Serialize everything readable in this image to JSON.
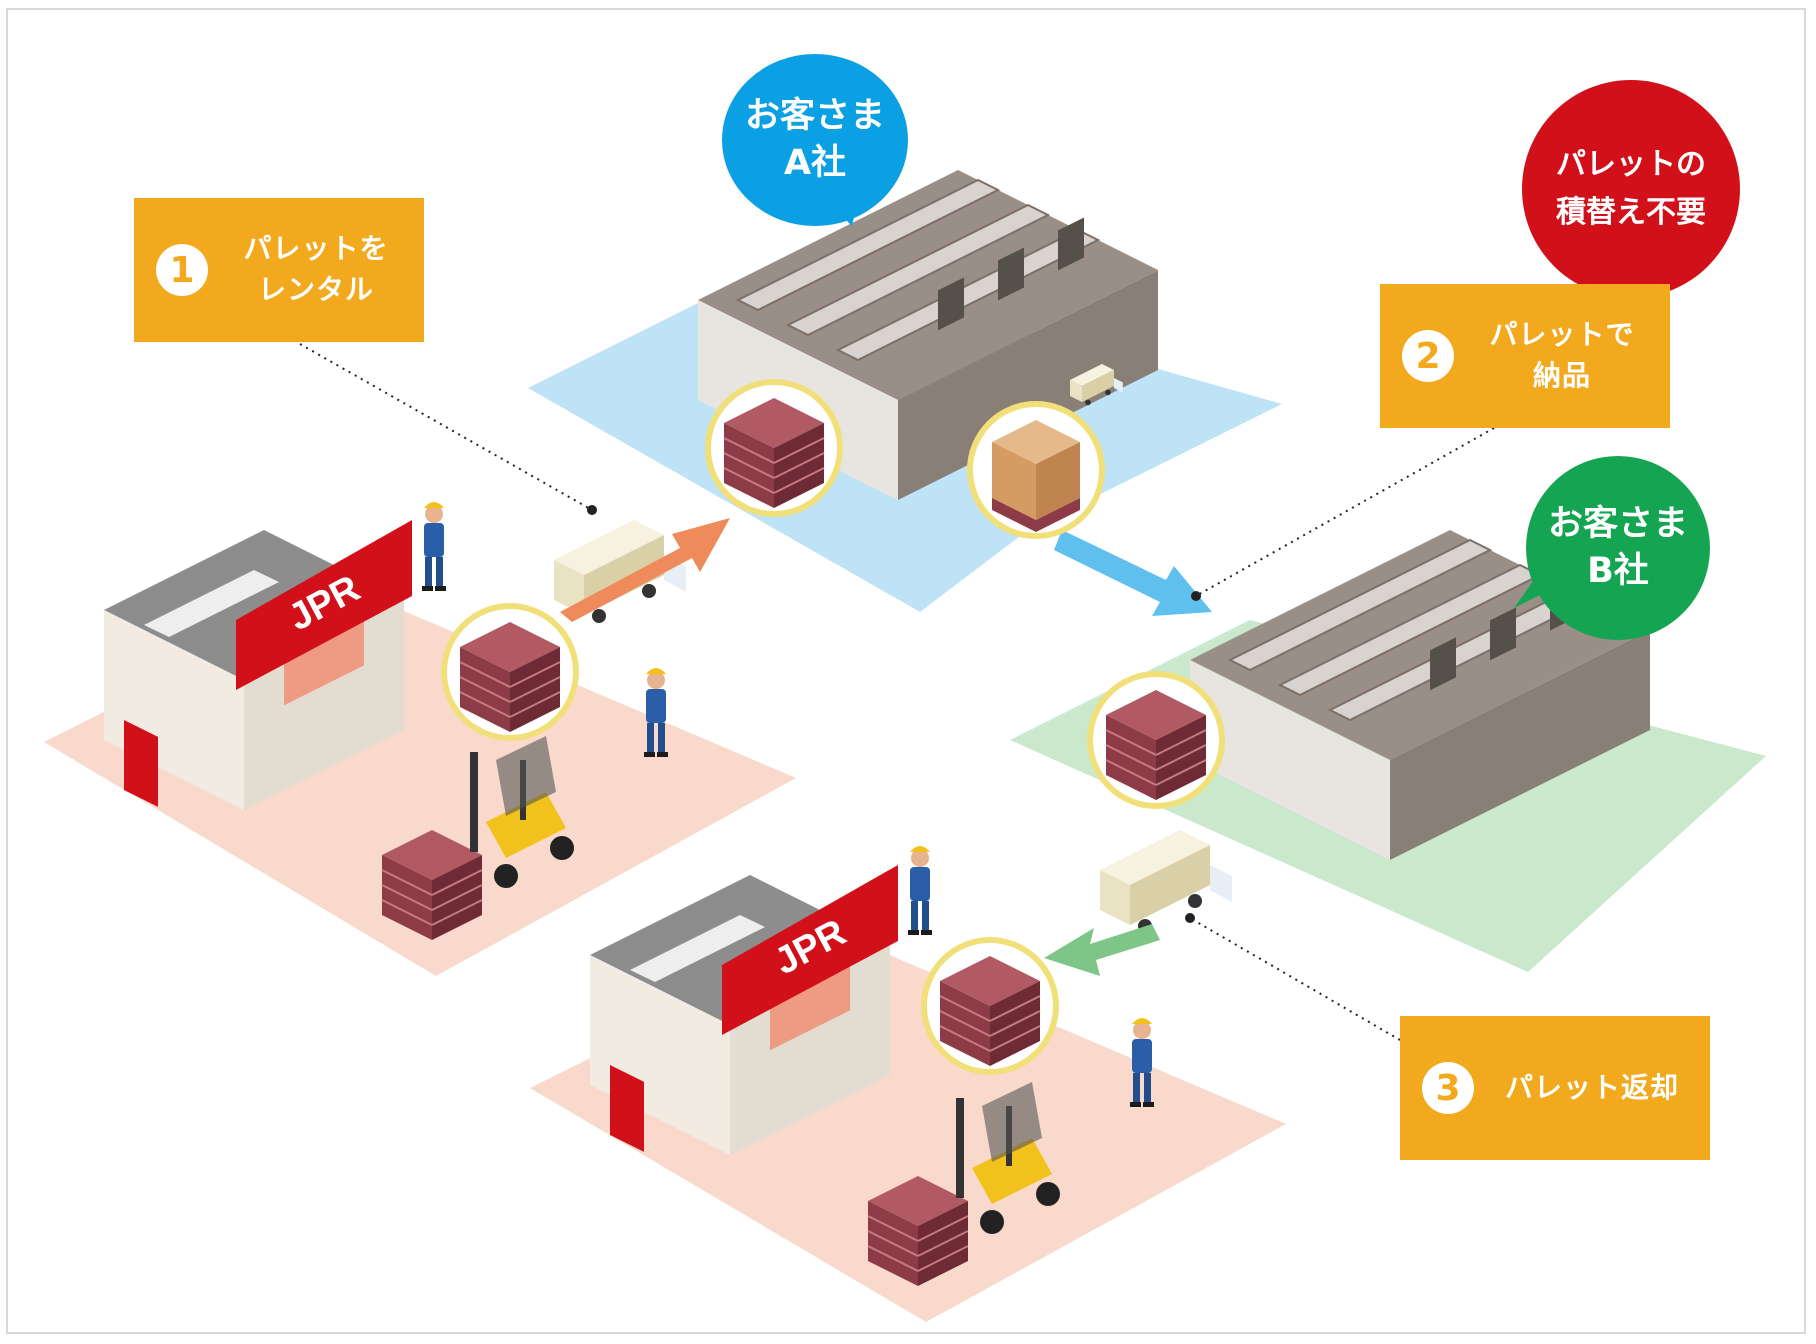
{
  "steps": [
    {
      "number": "1",
      "label": "パレットを\nレンタル"
    },
    {
      "number": "2",
      "label": "パレットで\n納品"
    },
    {
      "number": "3",
      "label": "パレット返却"
    }
  ],
  "customers": [
    {
      "label": "お客さま\nA社",
      "color": "#0aa0e3"
    },
    {
      "label": "お客さま\nB社",
      "color": "#15a552"
    }
  ],
  "note": {
    "label": "パレットの\n積替え不要",
    "color": "#d2101a"
  },
  "depot_sign": "JPR",
  "colors": {
    "step_box": "#f2a91d",
    "jpr_red": "#d2101a",
    "pallet": "#8c3b47",
    "zone_a": "#bfe3f6",
    "zone_b": "#c9e8cc",
    "zone_depot": "#f8d9cc",
    "arrow_orange": "#ef8a5a",
    "arrow_blue": "#5fc0ee",
    "arrow_green": "#7ec588"
  }
}
